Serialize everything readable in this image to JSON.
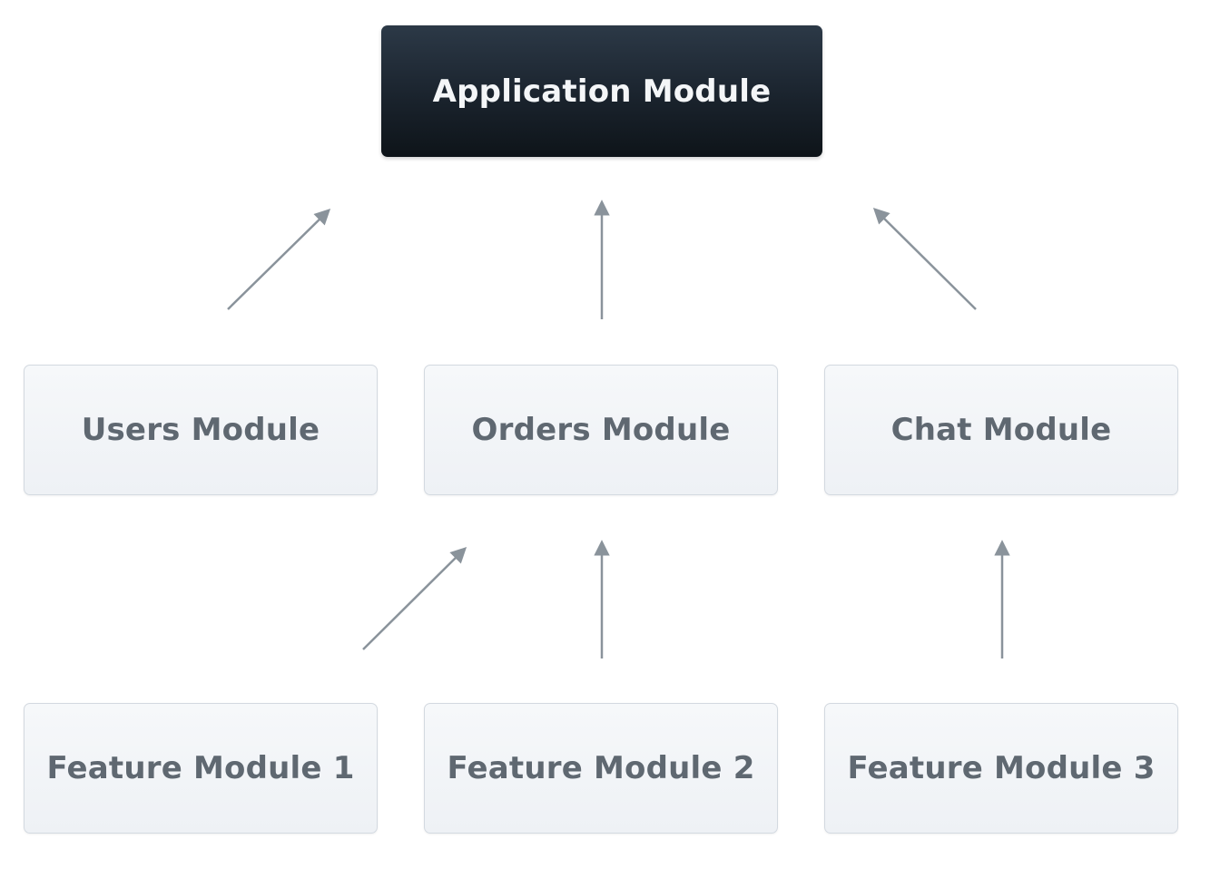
{
  "diagram": {
    "root": {
      "label": "Application Module"
    },
    "modules": [
      {
        "label": "Users Module"
      },
      {
        "label": "Orders Module"
      },
      {
        "label": "Chat Module"
      }
    ],
    "features": [
      {
        "label": "Feature Module 1"
      },
      {
        "label": "Feature Module 2"
      },
      {
        "label": "Feature Module 3"
      }
    ],
    "edges": [
      {
        "from": "Users Module",
        "to": "Application Module"
      },
      {
        "from": "Orders Module",
        "to": "Application Module"
      },
      {
        "from": "Chat Module",
        "to": "Application Module"
      },
      {
        "from": "Feature Module 1",
        "to": "Orders Module"
      },
      {
        "from": "Feature Module 2",
        "to": "Orders Module"
      },
      {
        "from": "Feature Module 3",
        "to": "Chat Module"
      }
    ],
    "colors": {
      "root_fill": "#1a232d",
      "root_text": "#f4f6f8",
      "node_fill": "#f1f4f7",
      "node_border": "#d3d9e0",
      "node_text": "#5f6871",
      "arrow": "#8a939b"
    }
  }
}
